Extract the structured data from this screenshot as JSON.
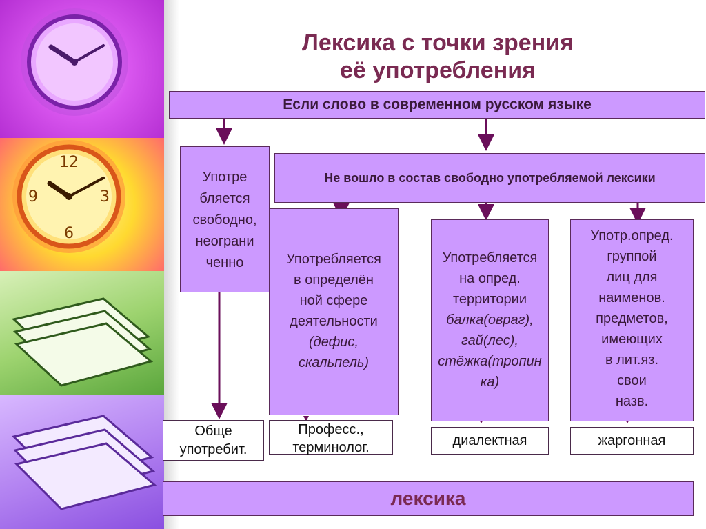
{
  "title": {
    "line1": "Лексика с точки зрения",
    "line2": "её употребления"
  },
  "top_bar": "Если слово в современном русском языке",
  "second_bar": "Не вошло в состав свободно употребляемой лексики",
  "free_box": [
    "Употре",
    "бляется",
    "свободно,",
    "неограни",
    "ченно"
  ],
  "prof_box": {
    "lines": [
      "Употребляется",
      "в определён",
      "ной сфере",
      "деятельности"
    ],
    "examples": [
      "(дефис,",
      "скальпель)"
    ]
  },
  "dial_box": {
    "lines": [
      "Употребляется",
      "на опред.",
      "территории"
    ],
    "examples": [
      "балка(овраг),",
      "гай(лес),",
      "стёжка(тропин",
      "ка)"
    ]
  },
  "jarg_box": [
    "Употр.опред.",
    "группой",
    "лиц для",
    "наименов.",
    "предметов,",
    "имеющих",
    "в лит.яз.",
    "свои",
    "назв."
  ],
  "labels": {
    "obsh": [
      "Обще",
      "употребит."
    ],
    "prof": [
      "Професс.,",
      "терминолог."
    ],
    "dial": "диалектная",
    "jarg": "жаргонная"
  },
  "bottom_bar": "лексика",
  "colors": {
    "box_fill": "#cc99ff",
    "arrow": "#6a0f5a",
    "title": "#7a2a52"
  },
  "decor_icons": [
    "clock-icon",
    "clock-icon",
    "paper-stack-icon",
    "paper-stack-icon"
  ]
}
